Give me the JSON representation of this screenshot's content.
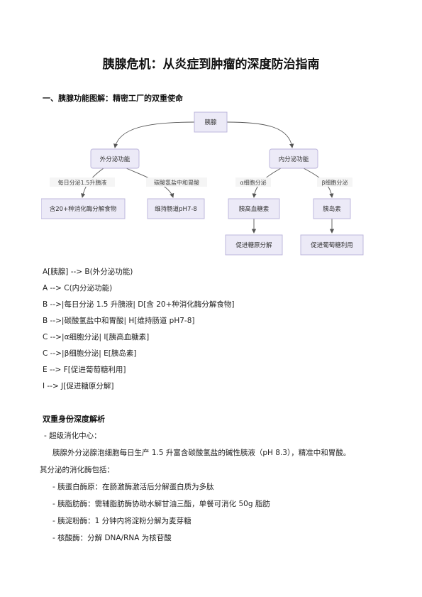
{
  "title": "胰腺危机：从炎症到肿瘤的深度防治指南",
  "section1": {
    "heading": "一、胰腺功能图解：精密工厂的双重使命"
  },
  "diagram": {
    "nodes": {
      "pancreas": "胰腺",
      "exocrine": "外分泌功能",
      "endocrine": "内分泌功能",
      "enzymes": "含20+种消化酶分解食物",
      "ph": "维持肠道pH7-8",
      "glucagon": "胰高血糖素",
      "insulin": "胰岛素",
      "glycogen": "促进糖原分解",
      "glucose": "促进葡萄糖利用"
    },
    "edges": {
      "daily": "每日分泌1.5升胰液",
      "bicarb": "碳酸氢盐中和胃酸",
      "alpha": "α细胞分泌",
      "beta": "β细胞分泌"
    }
  },
  "code_lines": [
    "A[胰腺] --> B(外分泌功能)",
    "A --> C(内分泌功能)",
    "B -->|每日分泌 1.5 升胰液| D[含 20+种消化酶分解食物]",
    "B -->|碳酸氢盐中和胃酸| H[维持肠道 pH7-8]",
    "C -->|α细胞分泌| I[胰高血糖素]",
    "C -->|β细胞分泌| E[胰岛素]",
    "E --> F[促进葡萄糖利用]",
    "I --> J[促进糖原分解]"
  ],
  "section2": {
    "heading": "双重身份深度解析",
    "bullet_main": "-  超级消化中心：",
    "para_line1": "胰腺外分泌腺泡细胞每日生产 1.5 升富含碳酸氢盐的碱性胰液（pH 8.3），精准中和胃酸。",
    "para_line2": "其分泌的消化酶包括：",
    "bullets": [
      "-  胰蛋白酶原：在肠激酶激活后分解蛋白质为多肽",
      "-  胰脂肪酶：需辅脂肪酶协助水解甘油三酯，单餐可消化 50g 脂肪",
      "-  胰淀粉酶：1 分钟内将淀粉分解为麦芽糖",
      "-  核酸酶：分解 DNA/RNA 为核苷酸"
    ]
  },
  "colors": {
    "node_fill": "#eceaf7",
    "node_stroke": "#b9b2d9",
    "edge": "#555555",
    "diagram_bg": "#ffffff"
  }
}
